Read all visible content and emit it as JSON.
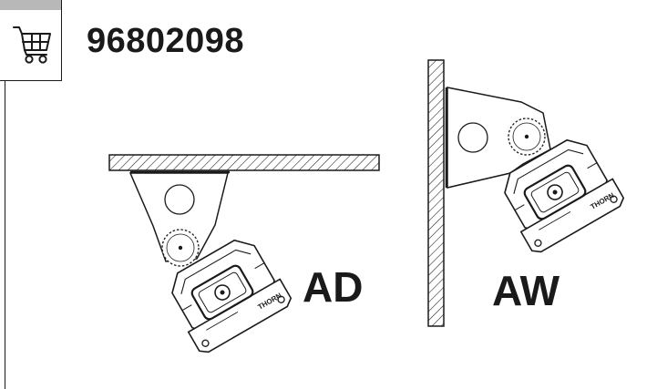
{
  "product": {
    "code": "96802098"
  },
  "icons": {
    "cart": "shopping-cart-icon"
  },
  "mounts": [
    {
      "label": "AD"
    },
    {
      "label": "AW"
    }
  ],
  "luminaire": {
    "brand_mark": "THORN"
  },
  "colors": {
    "line": "#1a1a1a",
    "tab_fill": "#b8b8b8",
    "background": "#ffffff"
  }
}
